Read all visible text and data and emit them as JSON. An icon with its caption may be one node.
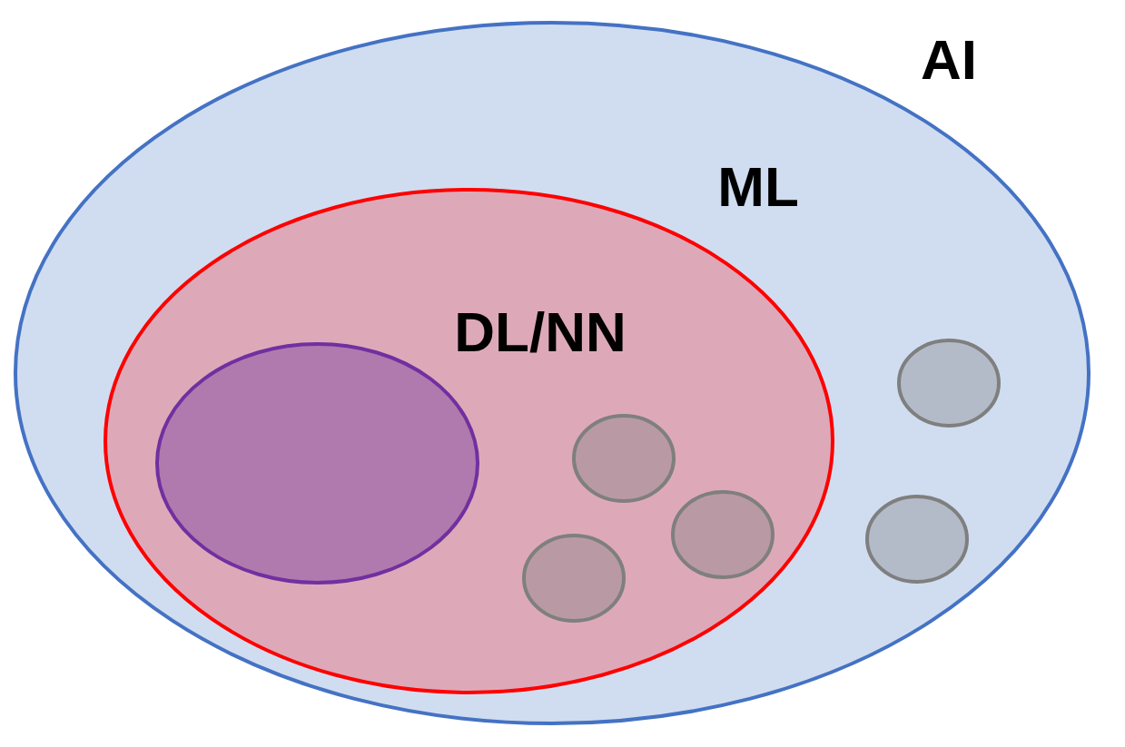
{
  "diagram": {
    "nodes": [
      {
        "text": [
          "AI"
        ]
      },
      {
        "text": [
          "ML"
        ],
        "in": 0
      },
      {
        "text": [
          "DL/NN"
        ],
        "in": 1
      },
      {
        "text": [],
        "shape": "circle",
        "in": 1
      },
      {
        "text": [],
        "shape": "circle",
        "in": 1
      },
      {
        "text": [],
        "shape": "circle",
        "in": 1
      },
      {
        "text": [],
        "shape": "circle",
        "in": 0
      },
      {
        "text": [],
        "shape": "circle",
        "in": 0
      }
    ]
  }
}
